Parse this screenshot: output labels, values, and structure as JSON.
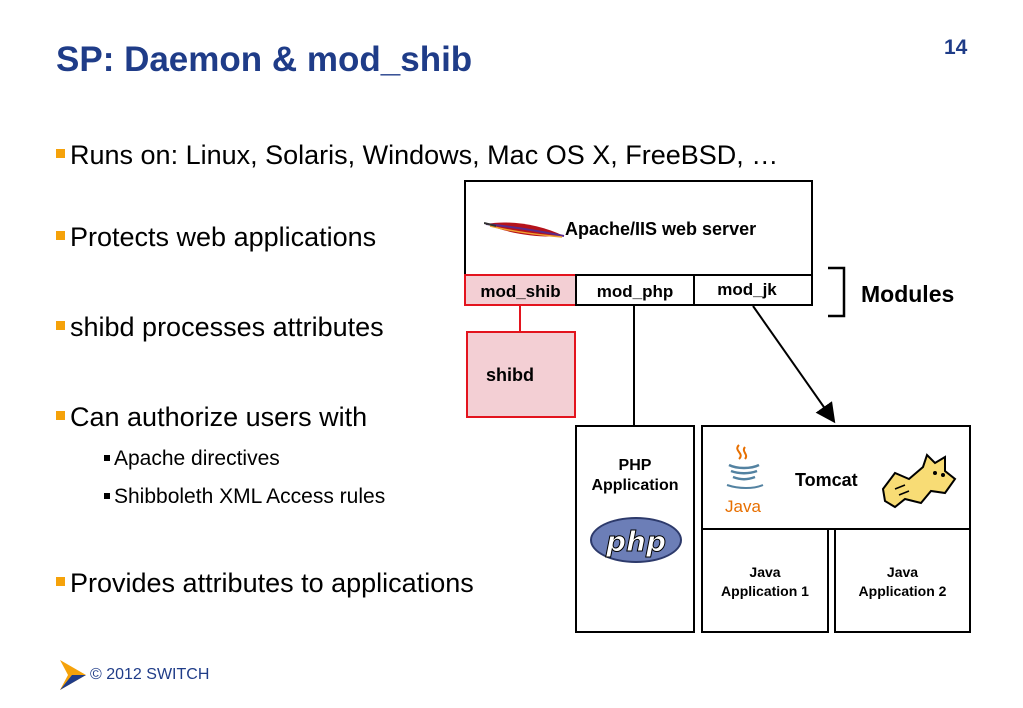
{
  "slide": {
    "title": "SP: Daemon & mod_shib",
    "page_number": "14",
    "footer": "© 2012 SWITCH"
  },
  "bullets": [
    "Runs on: Linux, Solaris, Windows, Mac OS X, FreeBSD, …",
    "Protects web applications",
    "shibd processes attributes",
    "Can authorize users with",
    "Provides attributes to applications"
  ],
  "sub_bullets": [
    "Apache directives",
    "Shibboleth XML Access rules"
  ],
  "diagram": {
    "web_server": "Apache/IIS web server",
    "modules": [
      "mod_shib",
      "mod_php",
      "mod_jk"
    ],
    "modules_label": "Modules",
    "shibd": "shibd",
    "php_app": [
      "PHP",
      "Application"
    ],
    "php_logo": "php",
    "tomcat": "Tomcat",
    "java_logo": "Java",
    "java_app1": [
      "Java",
      "Application 1"
    ],
    "java_app2": [
      "Java",
      "Application 2"
    ]
  },
  "colors": {
    "title": "#1f3c88",
    "bullet_marker": "#f5a20a",
    "shib_border": "#e3141e",
    "shib_fill": "#f3cfd4",
    "footer_logo": "#f5a20a"
  }
}
